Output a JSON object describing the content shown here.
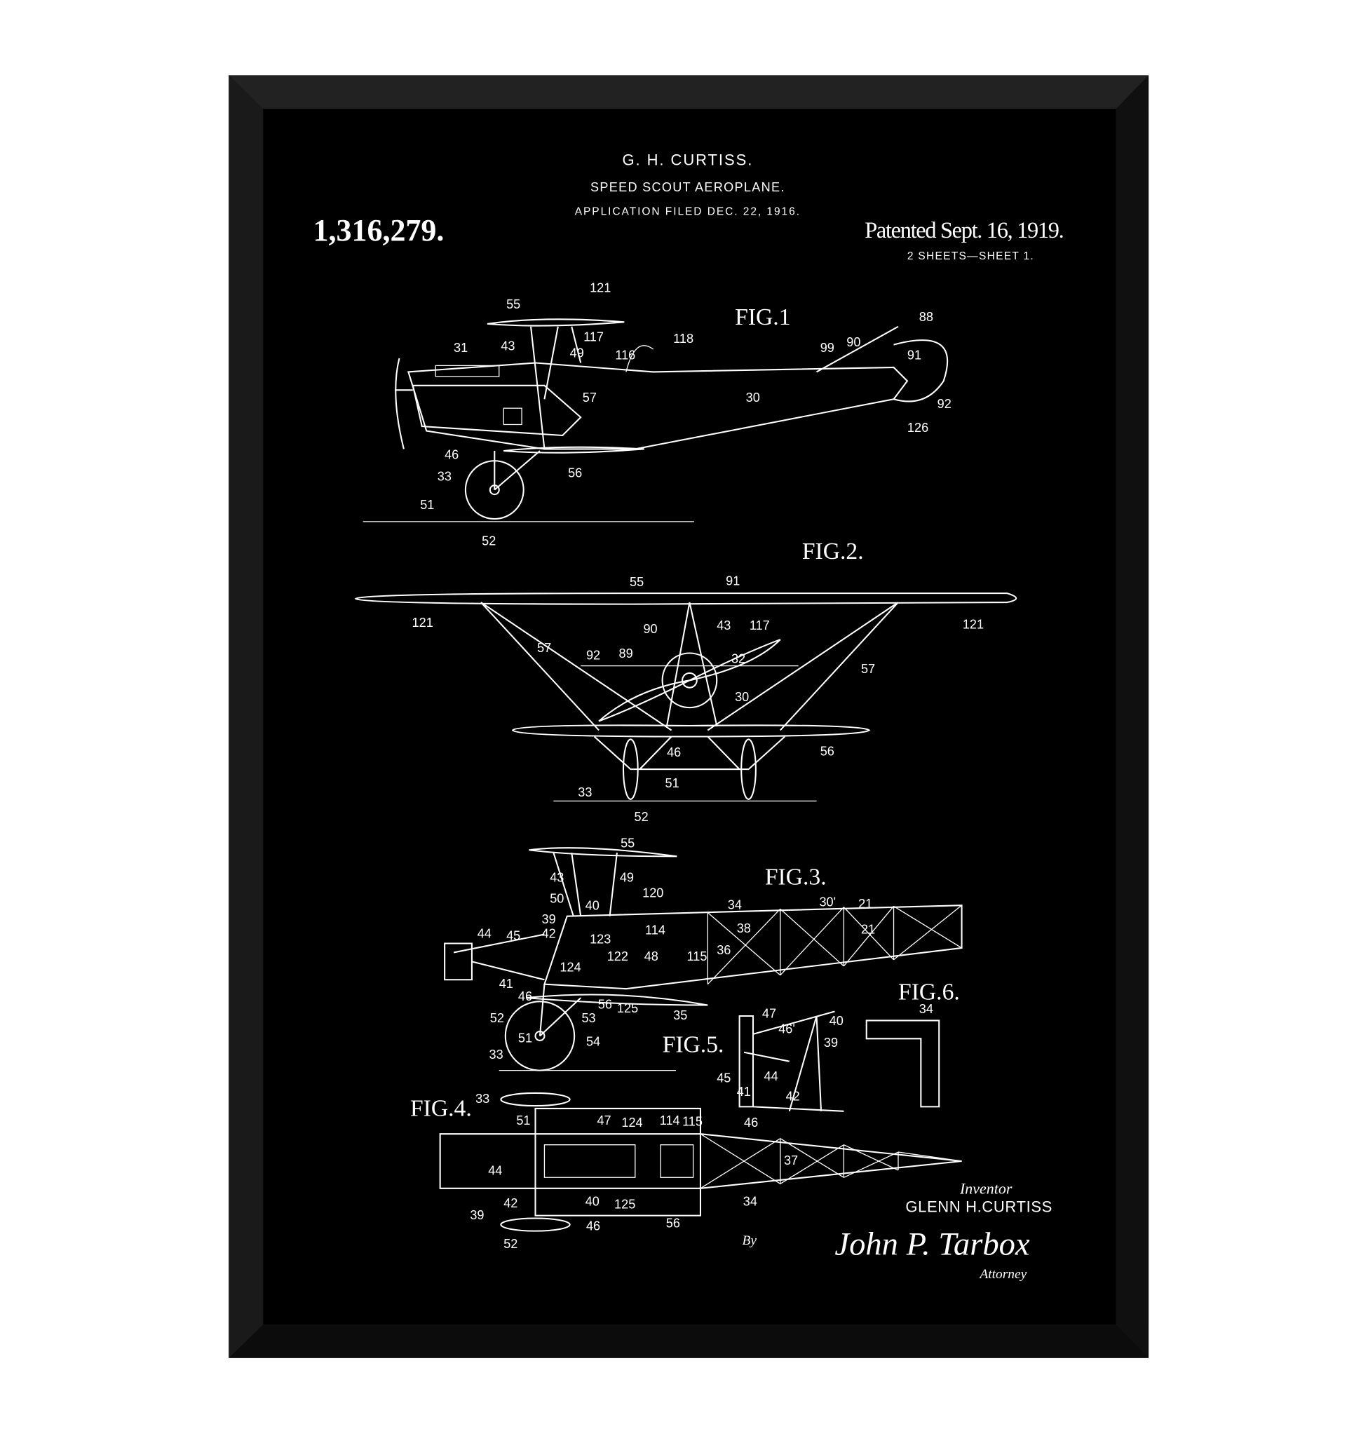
{
  "header": {
    "inventor_short": "G. H. CURTISS.",
    "title": "SPEED SCOUT AEROPLANE.",
    "filed": "APPLICATION FILED DEC. 22, 1916.",
    "patent_number": "1,316,279.",
    "patented": "Patented Sept. 16, 1919.",
    "sheets": "2 SHEETS—SHEET 1."
  },
  "figures": {
    "fig1": {
      "label": "FIG.1",
      "parts": [
        "55",
        "121",
        "31",
        "43",
        "49",
        "117",
        "116",
        "118",
        "30",
        "99",
        "90",
        "88",
        "91",
        "92",
        "126",
        "57",
        "46",
        "56",
        "33",
        "51",
        "52"
      ]
    },
    "fig2": {
      "label": "FIG.2.",
      "parts": [
        "55",
        "91",
        "121",
        "121",
        "57",
        "90",
        "43",
        "117",
        "92",
        "89",
        "32",
        "57",
        "30",
        "46",
        "56",
        "51",
        "33",
        "52"
      ]
    },
    "fig3": {
      "label": "FIG.3.",
      "parts": [
        "55",
        "43",
        "49",
        "50",
        "40",
        "120",
        "34",
        "30'",
        "21",
        "38",
        "21",
        "39",
        "44",
        "45",
        "42",
        "123",
        "114",
        "122",
        "48",
        "115",
        "36",
        "124",
        "41",
        "46",
        "56",
        "53",
        "125",
        "35",
        "52",
        "51",
        "54",
        "33"
      ]
    },
    "fig5": {
      "label": "FIG.5.",
      "parts": [
        "47",
        "46'",
        "40",
        "39",
        "45",
        "44",
        "41",
        "42",
        "46"
      ]
    },
    "fig6": {
      "label": "FIG.6.",
      "parts": [
        "34"
      ]
    },
    "fig4": {
      "label": "FIG.4.",
      "parts": [
        "33",
        "51",
        "47",
        "124",
        "114",
        "115",
        "37",
        "44",
        "42",
        "40",
        "125",
        "34",
        "39",
        "46",
        "56",
        "52"
      ]
    }
  },
  "footer": {
    "inventor_label": "Inventor",
    "inventor_name": "GLENN H.CURTISS",
    "by": "By",
    "signature": "John P. Tarbox",
    "attorney_label": "Attorney"
  },
  "colors": {
    "frame": "#141414",
    "paper": "#000000",
    "ink": "#ffffff",
    "wall": "#ffffff"
  }
}
